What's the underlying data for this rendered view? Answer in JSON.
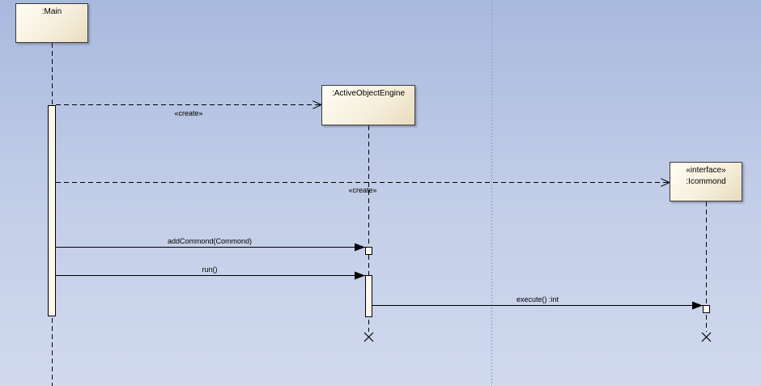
{
  "diagram": {
    "lifelines": {
      "main": {
        "name": ":Main"
      },
      "engine": {
        "name": ":ActiveObjectEngine"
      },
      "command": {
        "stereotype": "«interface»",
        "name": ":Icommond"
      }
    },
    "messages": {
      "create_engine": {
        "label": "«create»"
      },
      "create_command": {
        "label": "«create»"
      },
      "add_command": {
        "label": "addCommond(Commond)"
      },
      "run": {
        "label": "run()"
      },
      "execute": {
        "label": "execute() :int"
      }
    }
  },
  "colors": {
    "background_top": "#a8b9de",
    "background_bottom": "#d0d9ee",
    "box_fill": "#f6efdc",
    "line": "#000000"
  }
}
